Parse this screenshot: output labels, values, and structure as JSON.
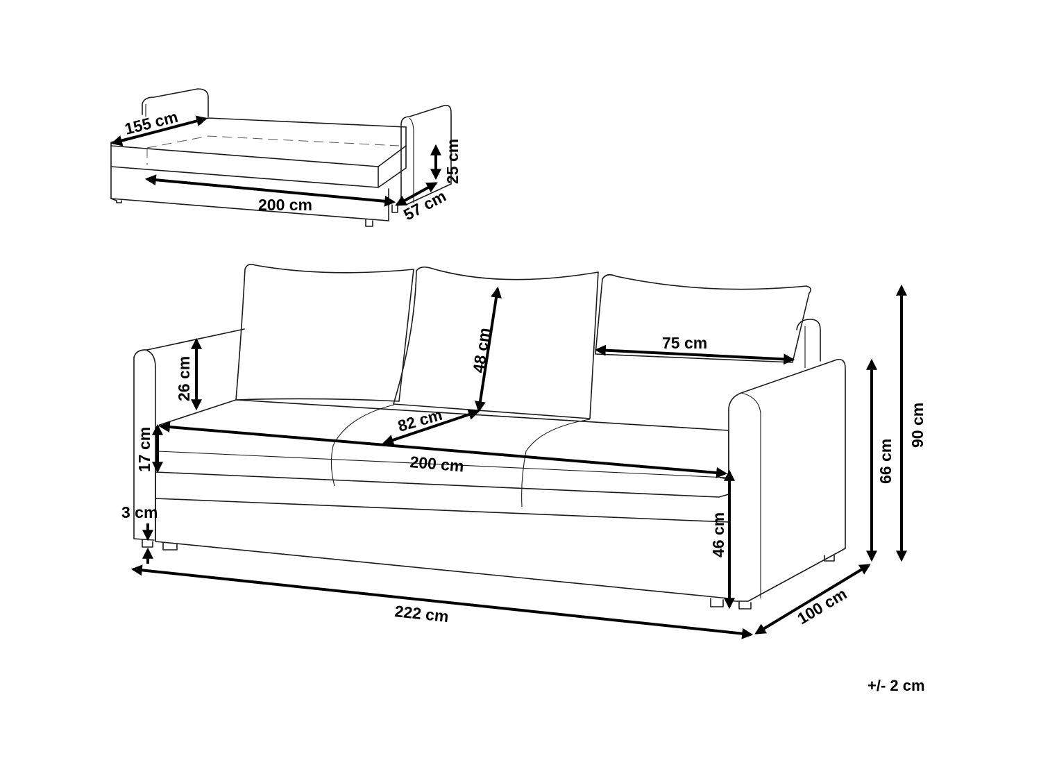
{
  "tolerance": "+/- 2 cm",
  "bed_view": {
    "width": "155 cm",
    "length": "200 cm",
    "height": "25 cm",
    "depth": "57 cm"
  },
  "sofa_view": {
    "back_cushion_height": "48 cm",
    "back_cushion_width": "75 cm",
    "armrest_top_height": "26 cm",
    "seat_cushion_depth": "82 cm",
    "seat_cushion_height": "17 cm",
    "seat_width": "200 cm",
    "leg_height": "3 cm",
    "seat_height": "46 cm",
    "arm_height": "66 cm",
    "total_height": "90 cm",
    "total_width": "222 cm",
    "total_depth": "100 cm"
  }
}
